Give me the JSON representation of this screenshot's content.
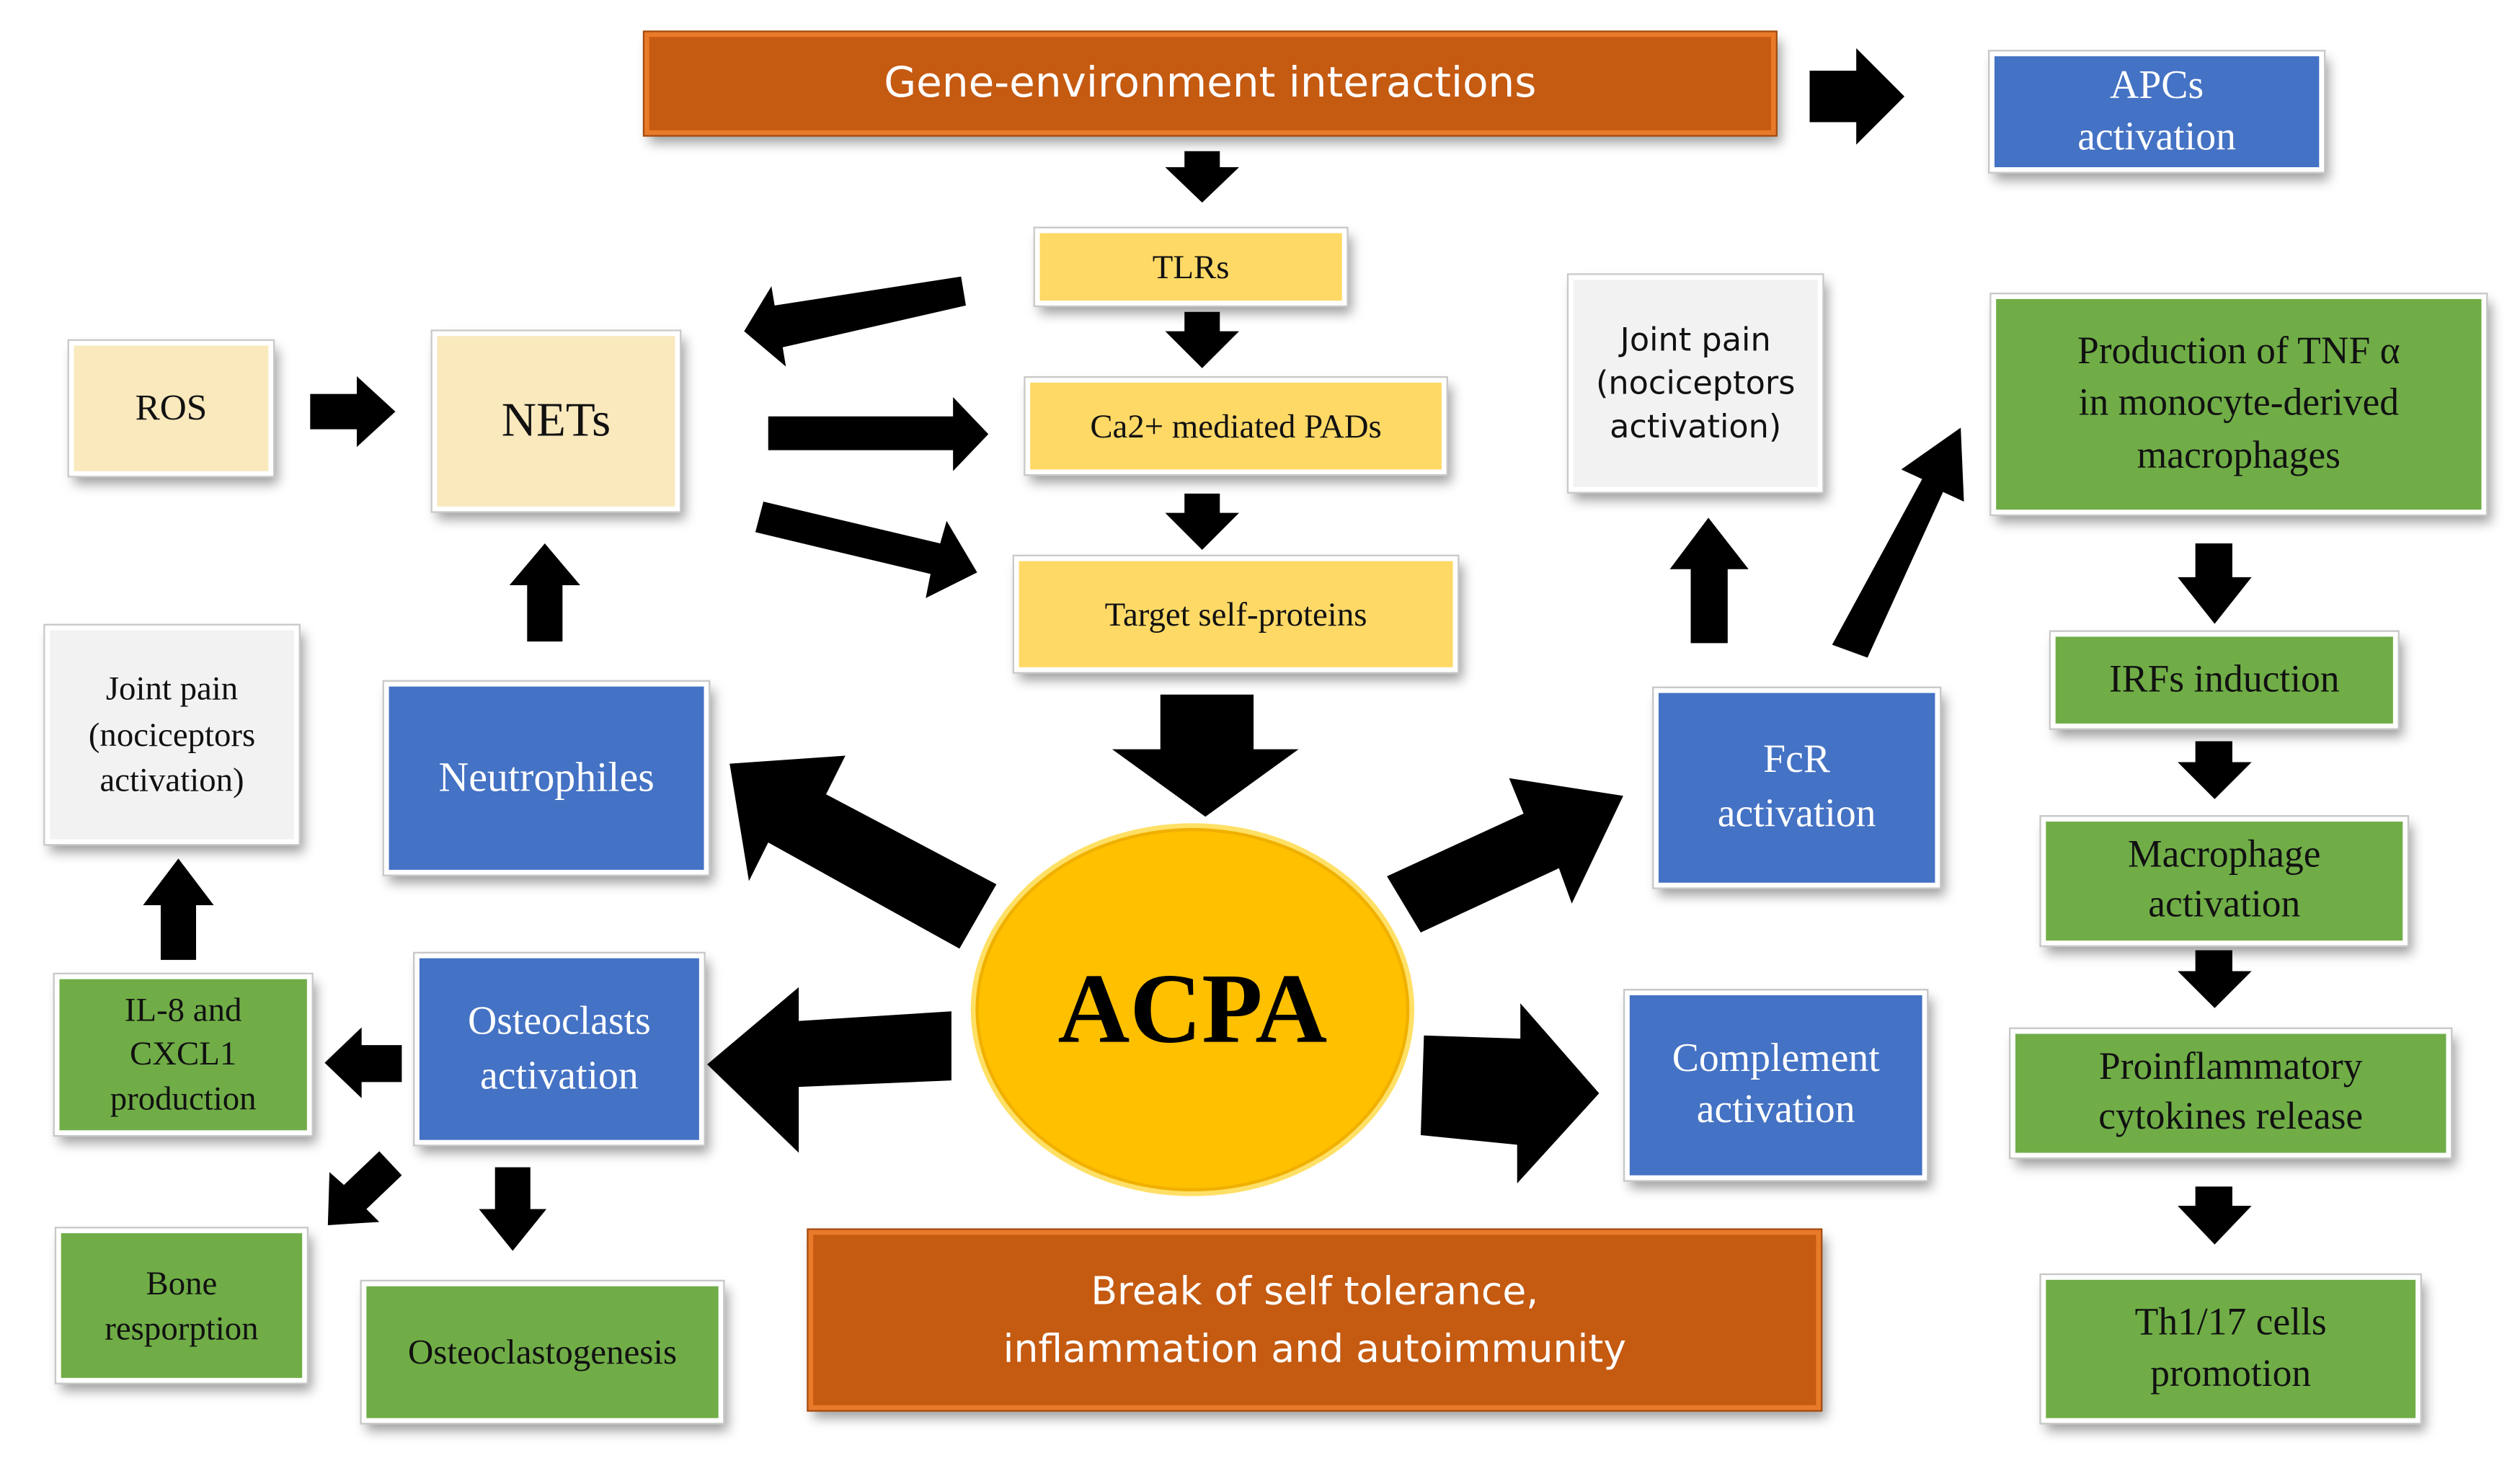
{
  "boxes": {
    "gene_env": "Gene-environment interactions",
    "apcs": "APCs\nactivation",
    "tlrs": "TLRs",
    "ca_pads": "Ca2+ mediated PADs",
    "target_self": "Target self-proteins",
    "ros": "ROS",
    "nets": "NETs",
    "joint_pain_right": "Joint pain\n(nociceptors\nactivation)",
    "tnf": "Production of TNF α\nin monocyte-derived\nmacrophages",
    "irfs": "IRFs induction",
    "macrophage": "Macrophage\nactivation",
    "proinflam": "Proinflammatory\ncytokines release",
    "th": "Th1/17 cells\npromotion",
    "joint_pain_left": "Joint pain\n(nociceptors\nactivation)",
    "neutrophiles": "Neutrophiles",
    "fcr": "FcR\nactivation",
    "acpa": "ACPA",
    "il8": "IL-8 and\nCXCL1\nproduction",
    "osteoclasts": "Osteoclasts\nactivation",
    "complement": "Complement\nactivation",
    "bone": "Bone\nresporption",
    "osteoclastogenesis": "Osteoclastogenesis",
    "break": "Break of self tolerance,\ninflammation and autoimmunity"
  },
  "colors": {
    "orange": "#c55a11",
    "blue": "#4472c4",
    "green": "#70ad47",
    "yellow": "#ffd966",
    "cream": "#f9e9bd",
    "acpa": "#ffc000",
    "arrow": "#000000"
  }
}
